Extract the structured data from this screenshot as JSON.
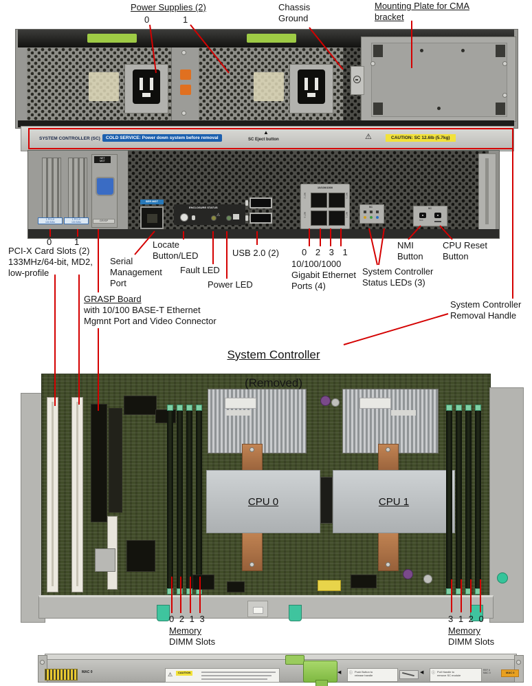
{
  "icons": {
    "eject": "▲",
    "warn": "⚠",
    "arrow_left": "◀",
    "info": "ⓘ"
  },
  "top": {
    "power_supplies": "Power Supplies (2)",
    "ps0": "0",
    "ps1": "1",
    "chassis_ground": "Chassis\nGround",
    "mounting_plate": "Mounting Plate for CMA\nbracket"
  },
  "sc_band": {
    "name": "SYSTEM CONTROLLER (SC)",
    "cold_service": "COLD SERVICE:  Power down system before removal",
    "eject": "SC Eject button",
    "caution": "CAUTION: SC 12.6lb (5.7kg)"
  },
  "panel": {
    "pci_badge_0": "1 PCI-X\n133 MHz",
    "pci_badge_1": "1 PCI-X\n133 MHz",
    "net_mgt": "NET\nMGT",
    "gr_sp": "GR/SP",
    "ser_mgt": "SER MGT",
    "enclosure_status": "ENCLOSURE STATUS",
    "eth_speed": "10/100/1000",
    "net_labels": [
      "NET 2",
      "NET 3",
      "NET 0",
      "NET 1"
    ],
    "sc_label_1": "SC",
    "sc_label_2": "SC",
    "nmi_small": "NMI"
  },
  "callouts": {
    "pci_digit_0": "0",
    "pci_digit_1": "1",
    "pci_slots": "PCI-X Card Slots (2)\n133MHz/64-bit, MD2,\nlow-profile",
    "serial": "Serial\nManagement\nPort",
    "locate": "Locate\nButton/LED",
    "fault": "Fault LED",
    "power": "Power LED",
    "usb": "USB 2.0 (2)",
    "eth_digits": "0 2 3 1",
    "eth": "10/100/1000\nGigabit Ethernet\nPorts (4)",
    "sc_status": "System Controller\nStatus LEDs (3)",
    "nmi": "NMI\nButton",
    "cpu_reset": "CPU Reset\nButton",
    "grasp_title": "GRASP Board",
    "grasp_body": "with 10/100 BASE-T Ethernet\nMgmnt Port and Video Connector",
    "sc_handle": "System Controller\nRemoval Handle"
  },
  "section_title": {
    "line1": "System Controller",
    "line2": "(Removed)"
  },
  "board": {
    "cpu0": "CPU 0",
    "cpu1": "CPU 1"
  },
  "memory": {
    "left_digits": "0 2 1 3",
    "right_digits": "3 1 2 0",
    "memory": "Memory",
    "dimm_slots": "DIMM Slots"
  },
  "handle_bar": {
    "mac_left": "MAC 0",
    "caution": "CAUTION",
    "instr_push": "Push Button to\nrelease handle",
    "instr_pull": "Pull Handle to\nremove SC module",
    "ref": "REF #\nMAC 0",
    "mac_right": "MAC 0"
  }
}
